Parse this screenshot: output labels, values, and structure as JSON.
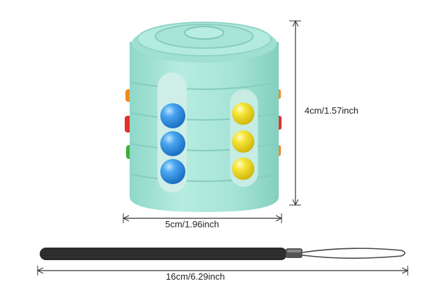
{
  "dimensions": {
    "height_label": "4cm/1.57inch",
    "width_label": "5cm/1.96inch",
    "strap_label": "16cm/6.29inch"
  },
  "colors": {
    "toy_body": "#a9e6d8",
    "toy_shadow": "#7fcfbf",
    "ball_blue": "#2f8de0",
    "ball_yellow": "#f1dc1c",
    "side_red": "#e0312a",
    "side_orange": "#f08a1e",
    "side_green": "#3fae3a",
    "strap": "#2b2b2b",
    "dimension_line": "#333333"
  },
  "objects": {
    "toy": "magic-bean-cylinder-puzzle",
    "accessory": "wrist-lanyard"
  }
}
